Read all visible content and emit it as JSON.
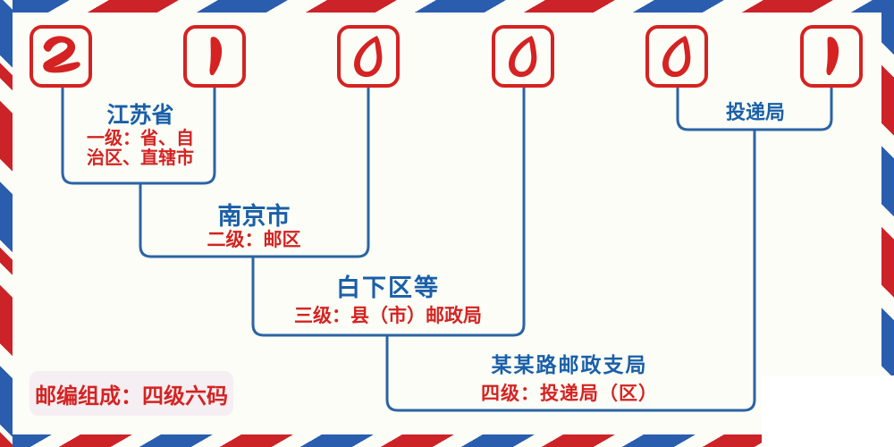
{
  "colors": {
    "digit_red": "#d42322",
    "label_blue": "#1a5fa8",
    "label_red": "#d42322",
    "connector_blue": "#2b64a4",
    "stripe_red": "#cc2329",
    "stripe_blue": "#2b5dae",
    "background": "#fbfdf6",
    "badge_background": "#f5eef2"
  },
  "code": {
    "digits": [
      "2",
      "1",
      "0",
      "0",
      "0",
      "1"
    ]
  },
  "labels": {
    "level1": {
      "name": "江苏省",
      "desc_line1": "一级：省、自",
      "desc_line2": "治区、直辖市"
    },
    "level2": {
      "name": "南京市",
      "desc": "二级：邮区"
    },
    "level3": {
      "name": "白下区等",
      "desc": "三级：县（市）邮政局"
    },
    "level4": {
      "name": "某某路邮政支局",
      "desc": "四级：投递局（区）"
    },
    "delivery": {
      "name": "投递局"
    }
  },
  "badge": {
    "text": "邮编组成：四级六码"
  }
}
